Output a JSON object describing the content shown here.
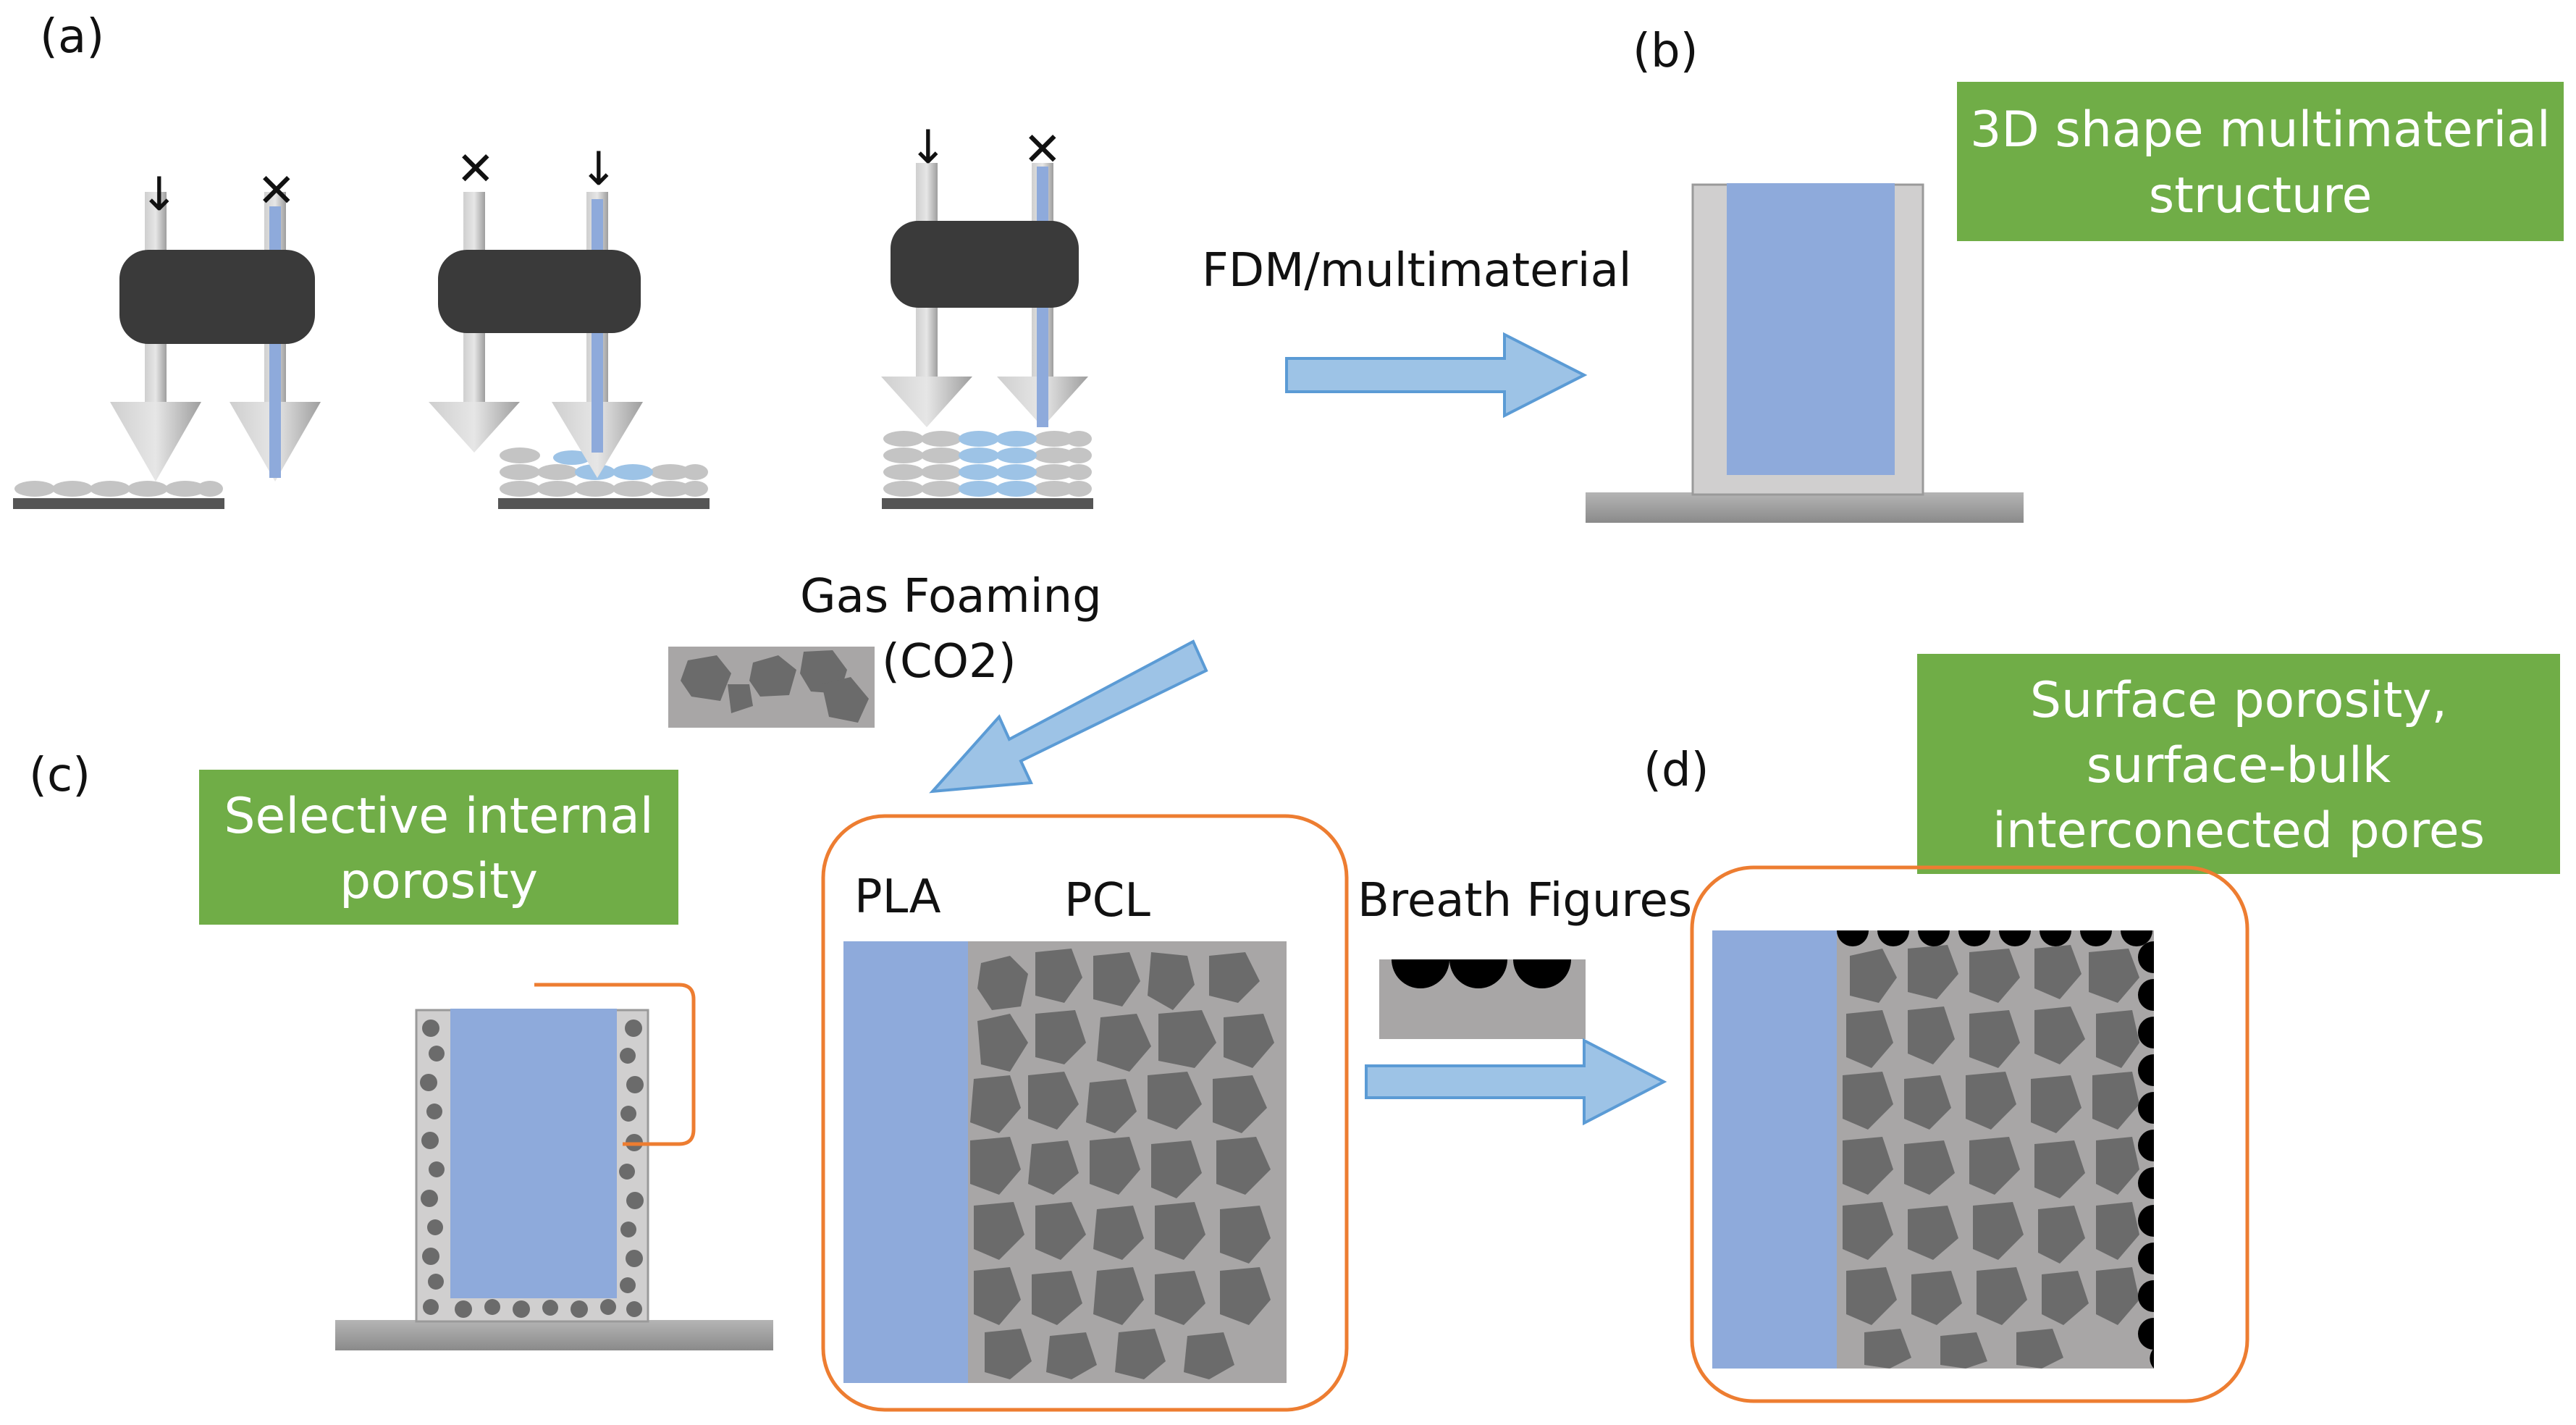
{
  "panel_labels": {
    "a": "(a)",
    "b": "(b)",
    "c": "(c)",
    "d": "(d)"
  },
  "process_labels": {
    "fdm": "FDM/multimaterial",
    "gas_foaming_line1": "Gas Foaming",
    "gas_foaming_line2": "(CO2)",
    "breath_figures": "Breath Figures"
  },
  "material_labels": {
    "pla": "PLA",
    "pcl": "PCL"
  },
  "callouts": {
    "b_line1": "3D shape multimaterial",
    "b_line2": "structure",
    "c_line1": "Selective internal",
    "c_line2": "porosity",
    "d_line1": "Surface porosity,",
    "d_line2": "surface-bulk",
    "d_line3": "interconected pores"
  },
  "nozzle_marks": {
    "active": "↓",
    "inactive": "✕"
  },
  "colors": {
    "green_box": "#70ad47",
    "pla_blue": "#8eaadb",
    "gray_material": "#a8a6a6",
    "pores": "#6b6b6b",
    "orange_outline": "#ed7d31",
    "print_head": "#3a3a3a",
    "arrow_fill": "#9dc3e6",
    "arrow_stroke": "#5b9bd5",
    "surface_pores": "#000000"
  }
}
